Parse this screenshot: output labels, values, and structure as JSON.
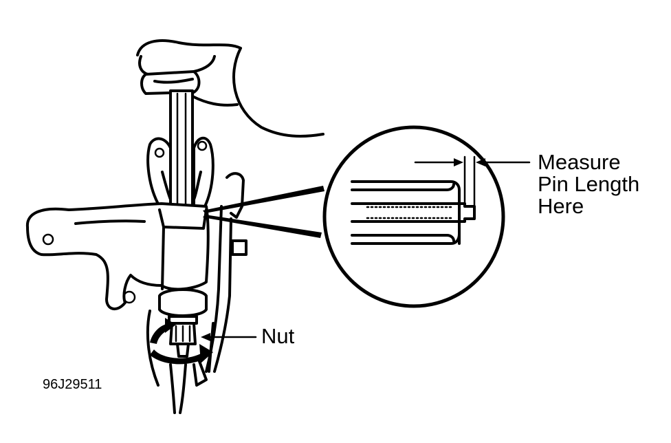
{
  "labels": {
    "measure_line1": "Measure",
    "measure_line2": "Pin Length",
    "measure_line3": "Here",
    "nut": "Nut",
    "figure_code": "96J29511"
  },
  "colors": {
    "ink": "#000000",
    "paper": "#ffffff"
  }
}
